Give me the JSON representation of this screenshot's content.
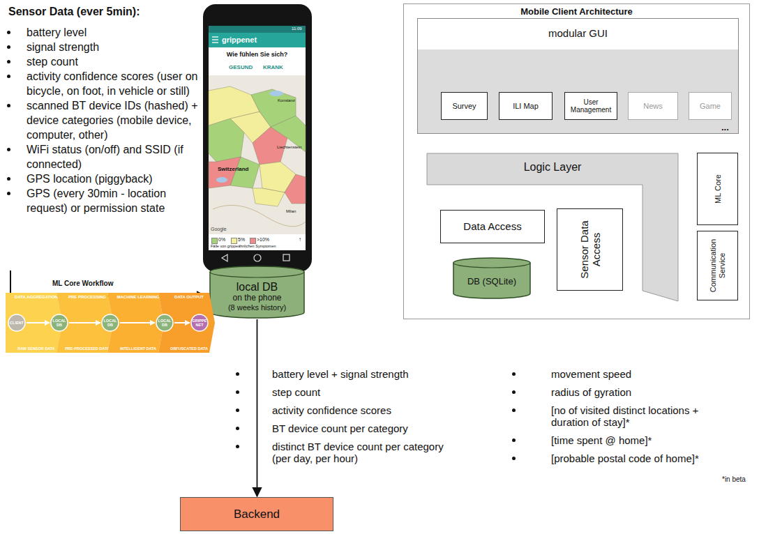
{
  "diagram": {
    "nodes": [
      {
        "text": [
          "local DB",
          "on the phone",
          "(8 weeks history)"
        ]
      },
      {
        "text": [
          "Mobile Client Architecture"
        ]
      },
      {
        "text": [
          "modular GUI"
        ],
        "in": 1
      },
      {
        "text": [
          "Survey"
        ],
        "in": 2
      },
      {
        "text": [
          "ILI Map"
        ],
        "in": 2
      },
      {
        "text": [
          "User Management"
        ],
        "in": 2
      },
      {
        "text": [
          "News"
        ],
        "in": 2
      },
      {
        "text": [
          "Game"
        ],
        "in": 2
      },
      {
        "text": [
          "Logic Layer"
        ],
        "in": 1
      },
      {
        "text": [
          "Data Access"
        ],
        "in": 1
      },
      {
        "text": [
          "DB (SQLite)"
        ],
        "in": 1
      },
      {
        "text": [
          "Sensor Data Access"
        ],
        "in": 1
      },
      {
        "text": [
          "ML Core"
        ],
        "in": 1
      },
      {
        "text": [
          "Communication Service"
        ],
        "in": 1
      },
      {
        "text": [
          "Backend"
        ]
      },
      {
        "text": [
          "DATA AGGREGATION",
          "RAW SENSOR DATA"
        ]
      },
      {
        "text": [
          "PRE PROCESSING",
          "PRE-PROCESSED DATA"
        ]
      },
      {
        "text": [
          "MACHINE LEARNING",
          "INTELLIGENT DATA"
        ]
      },
      {
        "text": [
          "DATA OUTPUT",
          "OBFUSCATED DATA"
        ]
      },
      {
        "text": [
          "CLIENT"
        ]
      },
      {
        "text": [
          "LOCAL DB"
        ]
      },
      {
        "text": [
          "LOCAL DB"
        ]
      },
      {
        "text": [
          "LOCAL DB"
        ]
      },
      {
        "text": [
          "GRIPPE NET"
        ]
      }
    ],
    "edges": [
      {
        "from": 0,
        "to": 14,
        "arrow": "to"
      },
      {
        "from": 19,
        "to": 20,
        "arrow": "to"
      },
      {
        "from": 20,
        "to": 21,
        "arrow": "to"
      },
      {
        "from": 21,
        "to": 22,
        "arrow": "to"
      },
      {
        "from": 22,
        "to": 23,
        "arrow": "to"
      }
    ],
    "labels": [
      "Sensor Data (ever 5min):",
      "battery level",
      "signal strength",
      "step count",
      "activity confidence scores (user on bicycle, on foot, in vehicle or still)",
      "scanned BT device IDs (hashed) + device categories (mobile device, computer, other)",
      "WiFi status (on/off) and SSID (if connected)",
      "GPS location (piggyback)",
      "GPS (every 30min - location request) or permission state",
      "11:09",
      "grippenet",
      "Wie fühlen Sie sich?",
      "GESUND",
      "KRANK",
      "Konstanz",
      "Liechtenstein",
      "Switzerland",
      "Milan",
      "Google",
      "↑",
      "Fälle von grippeähnlichen Symptomen",
      "...",
      "ML Core Workflow",
      "battery level + signal strength",
      "step count",
      "activity confidence scores",
      "BT device count per category",
      "distinct BT device count per category (per day, per hour)",
      "movement speed",
      "radius of gyration",
      "[no of visited distinct locations + duration of stay]*",
      "[time spent @ home]*",
      "[probable postal code of home]*",
      "*in beta"
    ],
    "legend": [
      {
        "text": "0%",
        "color": "#a6d27a"
      },
      {
        "text": "5%",
        "color": "#f3ee9c"
      },
      {
        "text": ">10%",
        "color": "#ee8a8a"
      }
    ]
  }
}
